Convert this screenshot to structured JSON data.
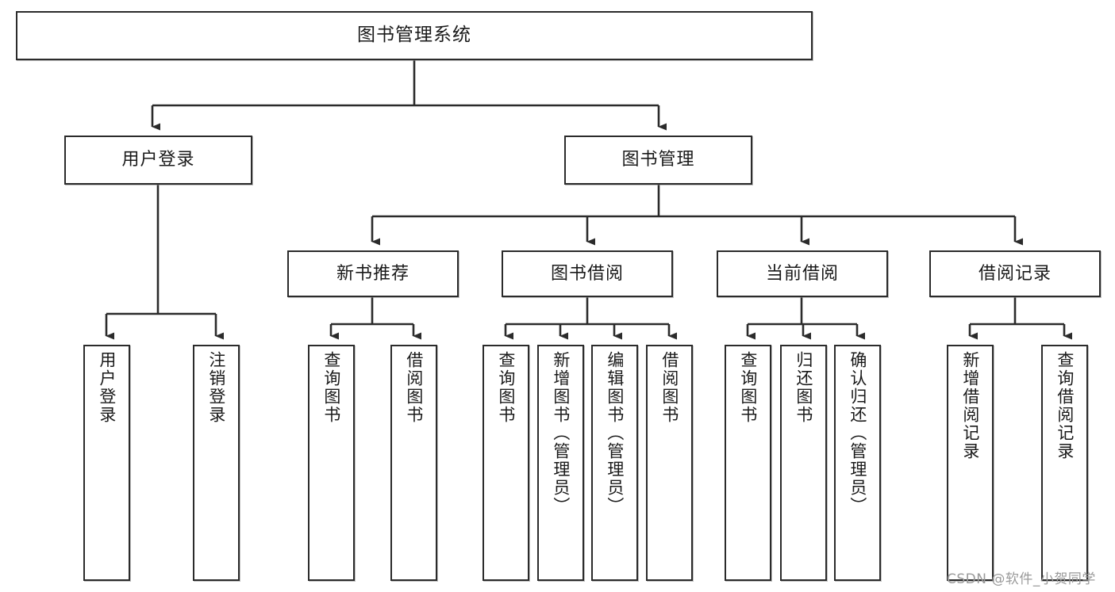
{
  "diagram": {
    "title": "图书管理系统",
    "type": "hierarchy-tree",
    "orientation": "top-down",
    "watermark": "CSDN @软件_小贺同学",
    "colors": {
      "node_border": "#2b2b2b",
      "node_fill": "#ffffff",
      "edge": "#2b2b2b",
      "text": "#1a1a1a",
      "watermark": "#9a9a9a",
      "background": "#ffffff"
    },
    "nodes": {
      "root": {
        "label": "图书管理系统",
        "level": 1
      },
      "level2": [
        {
          "id": "user-login",
          "label": "用户登录"
        },
        {
          "id": "book-management",
          "label": "图书管理"
        }
      ],
      "level3": [
        {
          "id": "new-book-recommend",
          "label": "新书推荐",
          "parent": "book-management"
        },
        {
          "id": "book-borrow",
          "label": "图书借阅",
          "parent": "book-management"
        },
        {
          "id": "current-borrow",
          "label": "当前借阅",
          "parent": "book-management"
        },
        {
          "id": "borrow-record",
          "label": "借阅记录",
          "parent": "book-management"
        }
      ],
      "leaves": {
        "user-login": [
          {
            "id": "leaf-user-login",
            "label": "用户登录"
          },
          {
            "id": "leaf-logout-login",
            "label": "注销登录"
          }
        ],
        "new-book-recommend": [
          {
            "id": "leaf-query-book-1",
            "label": "查询图书"
          },
          {
            "id": "leaf-borrow-book-1",
            "label": "借阅图书"
          }
        ],
        "book-borrow": [
          {
            "id": "leaf-query-book-2",
            "label": "查询图书"
          },
          {
            "id": "leaf-add-book",
            "label": "新增图书（管理员）"
          },
          {
            "id": "leaf-edit-book",
            "label": "编辑图书（管理员）"
          },
          {
            "id": "leaf-borrow-book-2",
            "label": "借阅图书"
          }
        ],
        "current-borrow": [
          {
            "id": "leaf-query-book-3",
            "label": "查询图书"
          },
          {
            "id": "leaf-return-book",
            "label": "归还图书"
          },
          {
            "id": "leaf-confirm-return",
            "label": "确认归还（管理员）"
          }
        ],
        "borrow-record": [
          {
            "id": "leaf-add-record",
            "label": "新增借阅记录"
          },
          {
            "id": "leaf-query-record",
            "label": "查询借阅记录"
          }
        ]
      }
    }
  }
}
